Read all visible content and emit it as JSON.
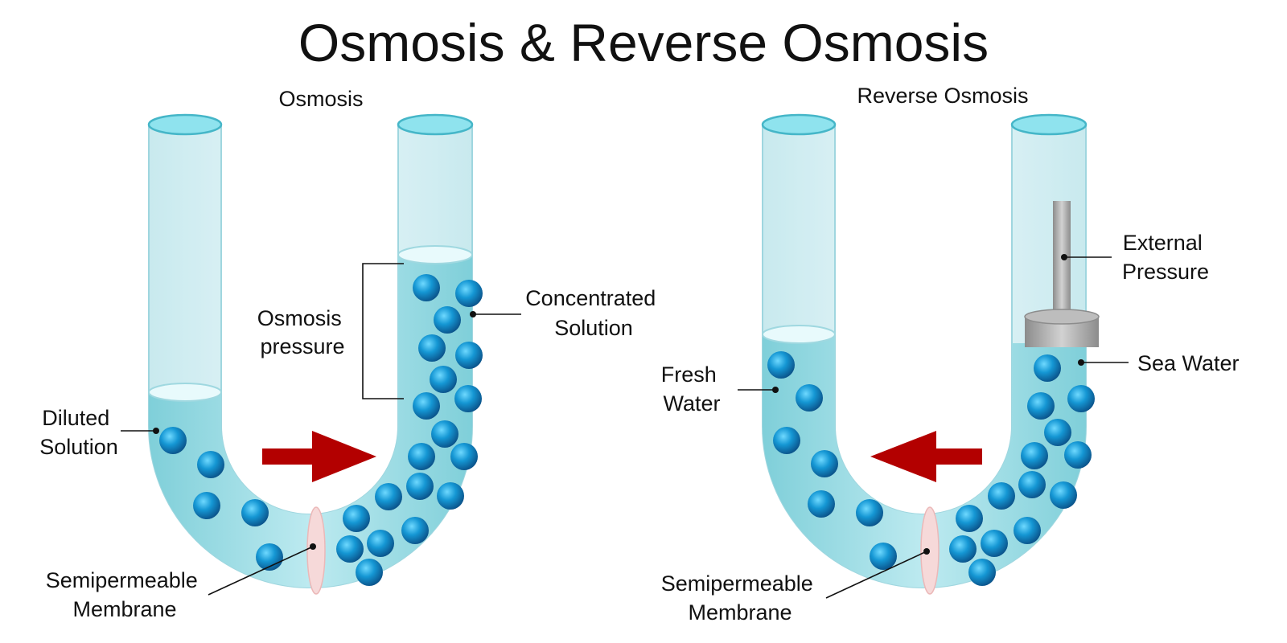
{
  "title": "Osmosis & Reverse Osmosis",
  "colors": {
    "water": "#9fdde6",
    "tube_glass": "#cfeef2",
    "particle": "#1a8fd0",
    "membrane": "#f6d9d9",
    "arrow": "#b30000",
    "piston": "#a9a9a9"
  },
  "panels": {
    "osmosis": {
      "title": "Osmosis",
      "labels": {
        "osmosis_pressure": [
          "Osmosis",
          "pressure"
        ],
        "concentrated": [
          "Concentrated",
          "Solution"
        ],
        "diluted": [
          "Diluted",
          "Solution"
        ],
        "membrane": [
          "Semipermeable",
          "Membrane"
        ]
      },
      "arrow_direction": "right"
    },
    "reverse": {
      "title": "Reverse Osmosis",
      "labels": {
        "external_pressure": [
          "External",
          "Pressure"
        ],
        "sea_water": "Sea Water",
        "fresh_water": [
          "Fresh",
          "Water"
        ],
        "membrane": [
          "Semipermeable",
          "Membrane"
        ]
      },
      "arrow_direction": "left"
    }
  }
}
